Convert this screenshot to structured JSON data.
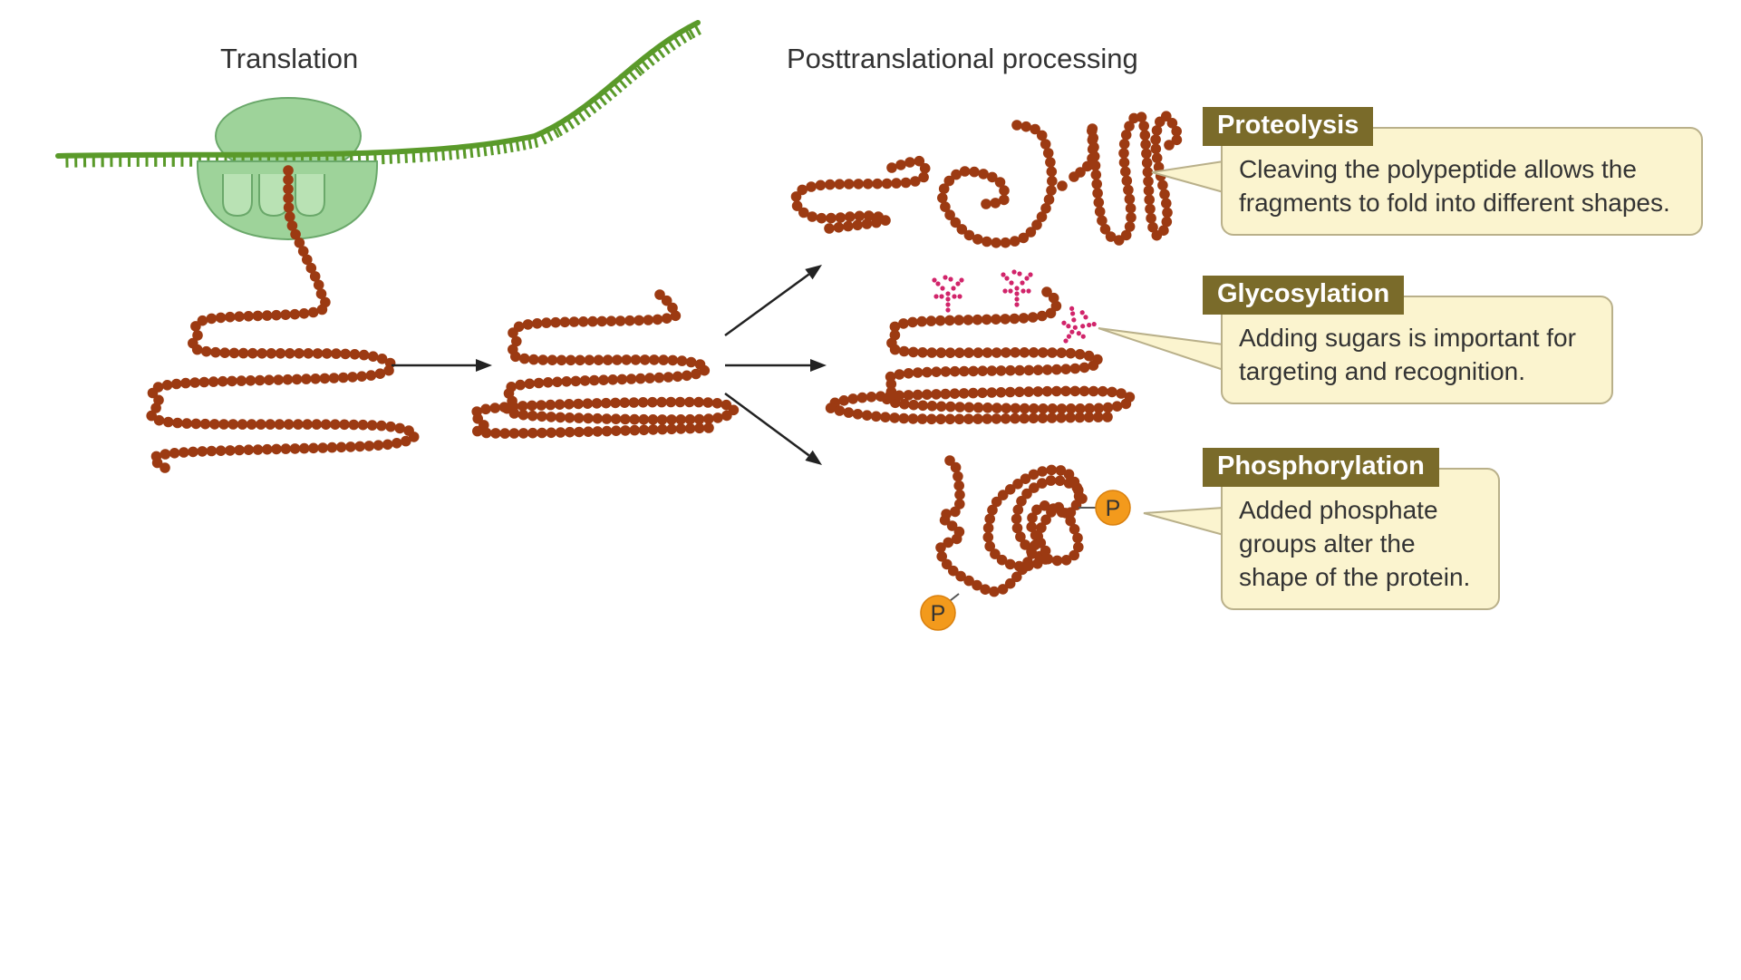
{
  "headings": {
    "translation": "Translation",
    "posttranslational": "Posttranslational processing"
  },
  "callouts": [
    {
      "tag": "Proteolysis",
      "text": "Cleaving the polypeptide allows the fragments to fold into different shapes."
    },
    {
      "tag": "Glycosylation",
      "text": "Adding sugars is important for targeting and recognition."
    },
    {
      "tag": "Phosphorylation",
      "text": "Added phosphate groups alter the shape of the protein."
    }
  ],
  "phosphate_label": "P",
  "colors": {
    "mrna": "#5a9a2a",
    "ribosome": "#9ed39a",
    "ribosome_edge": "#6aa86a",
    "bead": "#9c3a12",
    "sugar": "#d1246a",
    "phosphate": "#f39a1c",
    "arrow": "#222222"
  }
}
